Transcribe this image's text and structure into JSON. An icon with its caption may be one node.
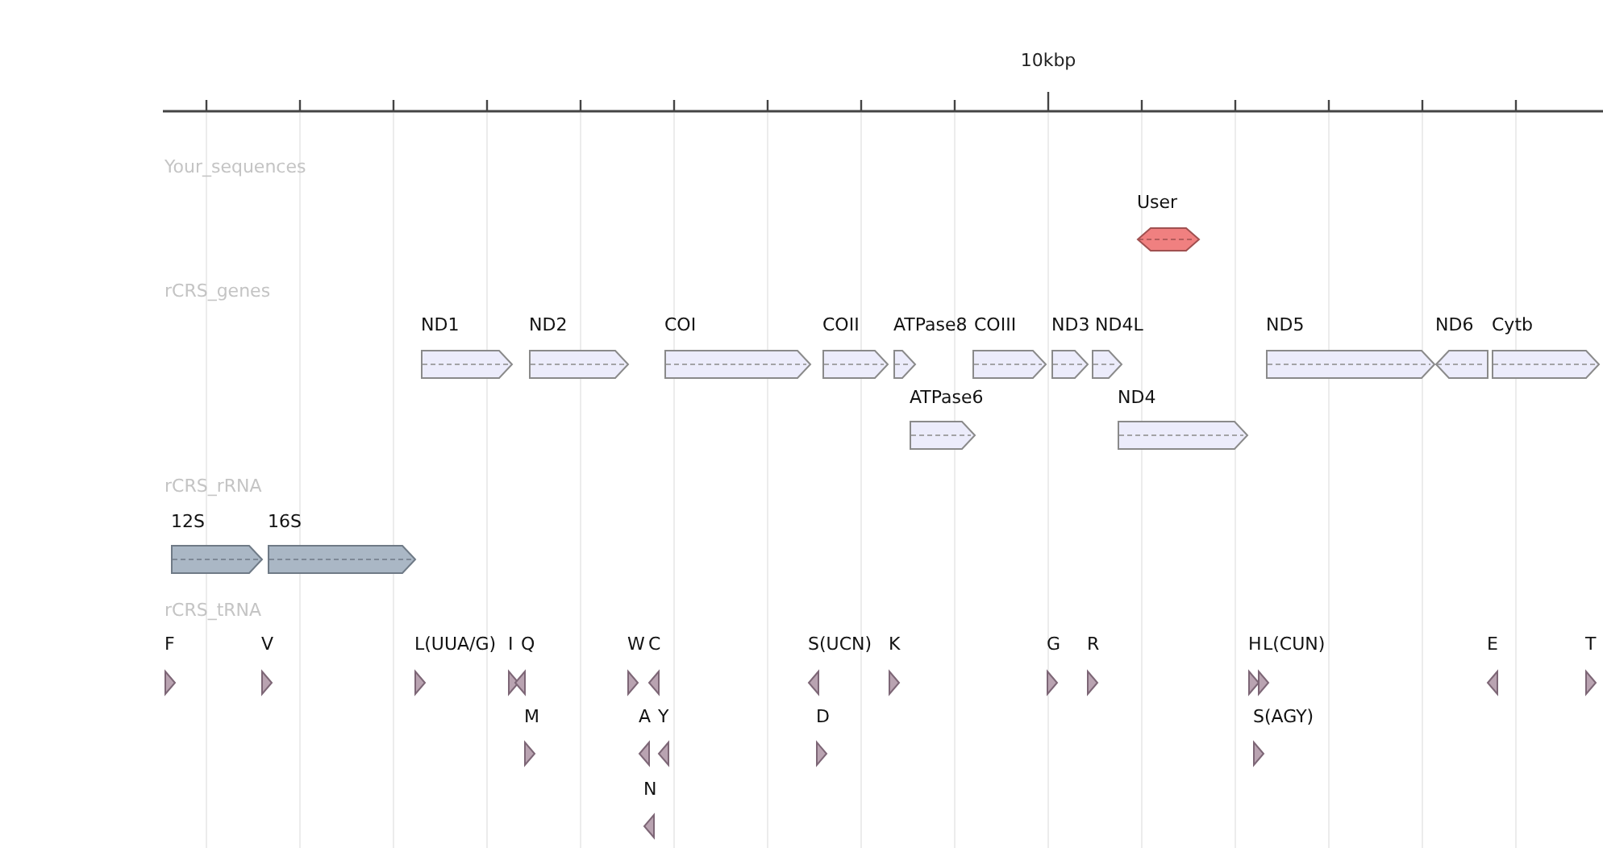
{
  "diagram": {
    "nodes": [
      {
        "text": [
          "User"
        ]
      },
      {
        "text": [
          "ND1"
        ]
      },
      {
        "text": [
          "ND2"
        ]
      },
      {
        "text": [
          "COI"
        ]
      },
      {
        "text": [
          "COII"
        ]
      },
      {
        "text": [
          "ATPase8"
        ]
      },
      {
        "text": [
          "COIII"
        ]
      },
      {
        "text": [
          "ND3"
        ]
      },
      {
        "text": [
          "ND4L"
        ]
      },
      {
        "text": [
          "ND5"
        ]
      },
      {
        "text": [
          "ND6"
        ]
      },
      {
        "text": [
          "Cytb"
        ]
      },
      {
        "text": [
          "ATPase6"
        ]
      },
      {
        "text": [
          "ND4"
        ]
      },
      {
        "text": [
          "12S"
        ]
      },
      {
        "text": [
          "16S"
        ]
      },
      {
        "text": [
          "F"
        ]
      },
      {
        "text": [
          "V"
        ]
      },
      {
        "text": [
          "L(UUA/G)"
        ]
      },
      {
        "text": [
          "I"
        ]
      },
      {
        "text": [
          "Q"
        ]
      },
      {
        "text": [
          "W"
        ]
      },
      {
        "text": [
          "C"
        ]
      },
      {
        "text": [
          "S(UCN)"
        ]
      },
      {
        "text": [
          "K"
        ]
      },
      {
        "text": [
          "G"
        ]
      },
      {
        "text": [
          "R"
        ]
      },
      {
        "text": [
          "H"
        ]
      },
      {
        "text": [
          "L(CUN)"
        ]
      },
      {
        "text": [
          "E"
        ]
      },
      {
        "text": [
          "T"
        ]
      },
      {
        "text": [
          "M"
        ]
      },
      {
        "text": [
          "A"
        ]
      },
      {
        "text": [
          "Y"
        ]
      },
      {
        "text": [
          "D"
        ]
      },
      {
        "text": [
          "S(AGY)"
        ]
      },
      {
        "text": [
          "N"
        ]
      }
    ],
    "labels": [
      "10kbp",
      "Your_sequences",
      "rCRS_genes",
      "rCRS_rRNA",
      "rCRS_tRNA"
    ]
  }
}
